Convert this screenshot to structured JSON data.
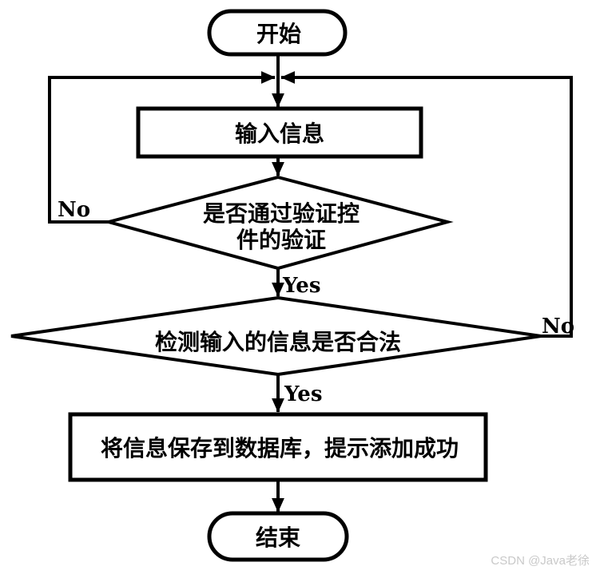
{
  "page": {
    "background": "#ffffff",
    "stroke_color": "#000000"
  },
  "flowchart": {
    "nodes": {
      "start": {
        "type": "terminator",
        "label": "开始"
      },
      "input_info": {
        "type": "process",
        "label": "输入信息"
      },
      "validate_control": {
        "type": "decision",
        "label": "是否通过验证控件的验证",
        "line1": "是否通过验证控",
        "line2": "件的验证"
      },
      "check_legal": {
        "type": "decision",
        "label": "检测输入的信息是否合法"
      },
      "save_db": {
        "type": "process",
        "label": "将信息保存到数据库，提示添加成功"
      },
      "end": {
        "type": "terminator",
        "label": "结束"
      }
    },
    "edge_labels": {
      "validate_no": "No",
      "validate_yes": "Yes",
      "check_no": "No",
      "check_yes": "Yes"
    }
  },
  "watermark": {
    "text": "CSDN @Java老徐",
    "color": "#c9c9c9"
  }
}
